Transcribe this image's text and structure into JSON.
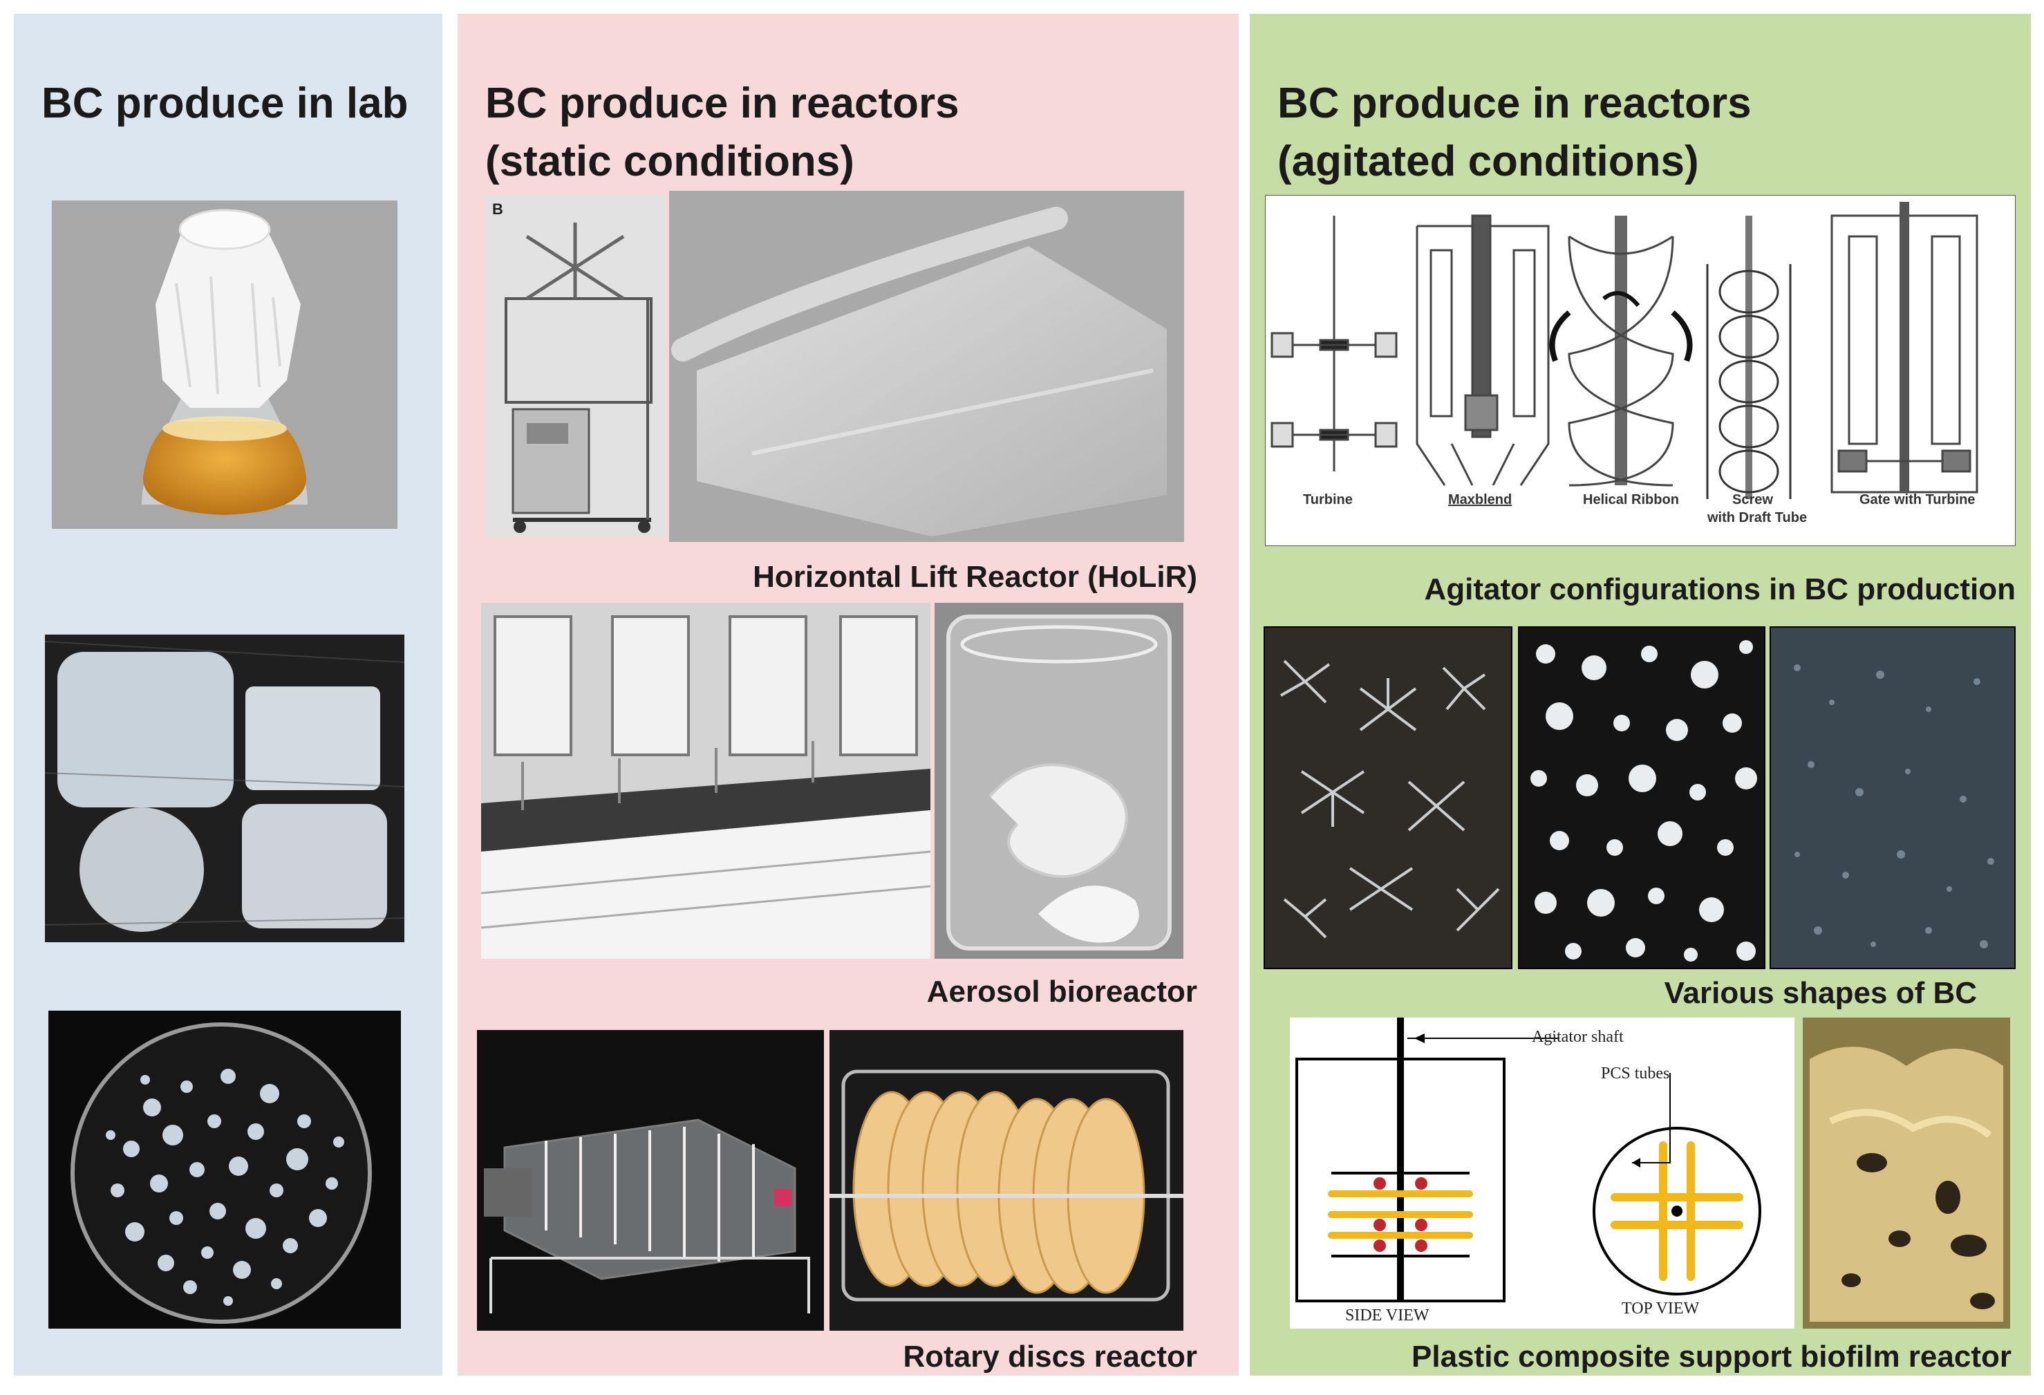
{
  "panels": {
    "lab": {
      "title": "BC produce in lab",
      "color": "#dbe6f1"
    },
    "static": {
      "title_line1": "BC produce in reactors",
      "title_line2": "(static conditions)",
      "color": "#f8d9d9",
      "captions": [
        "Horizontal Lift Reactor (HoLiR)",
        "Aerosol bioreactor",
        "Rotary discs reactor"
      ],
      "photo_label": "B"
    },
    "agitated": {
      "title_line1": "BC produce in reactors",
      "title_line2": "(agitated conditions)",
      "color": "#c6dea6",
      "captions": [
        "Agitator configurations in BC production",
        "Various shapes of  BC",
        "Plastic composite support biofilm reactor"
      ],
      "agitator_types": [
        "Turbine",
        "Maxblend",
        "Helical Ribbon",
        "Screw",
        "with Draft Tube",
        "Gate with Turbine"
      ],
      "biofilm_labels": {
        "shaft": "Agitator shaft",
        "tubes": "PCS tubes",
        "side": "SIDE VIEW",
        "top": "TOP VIEW"
      }
    }
  }
}
